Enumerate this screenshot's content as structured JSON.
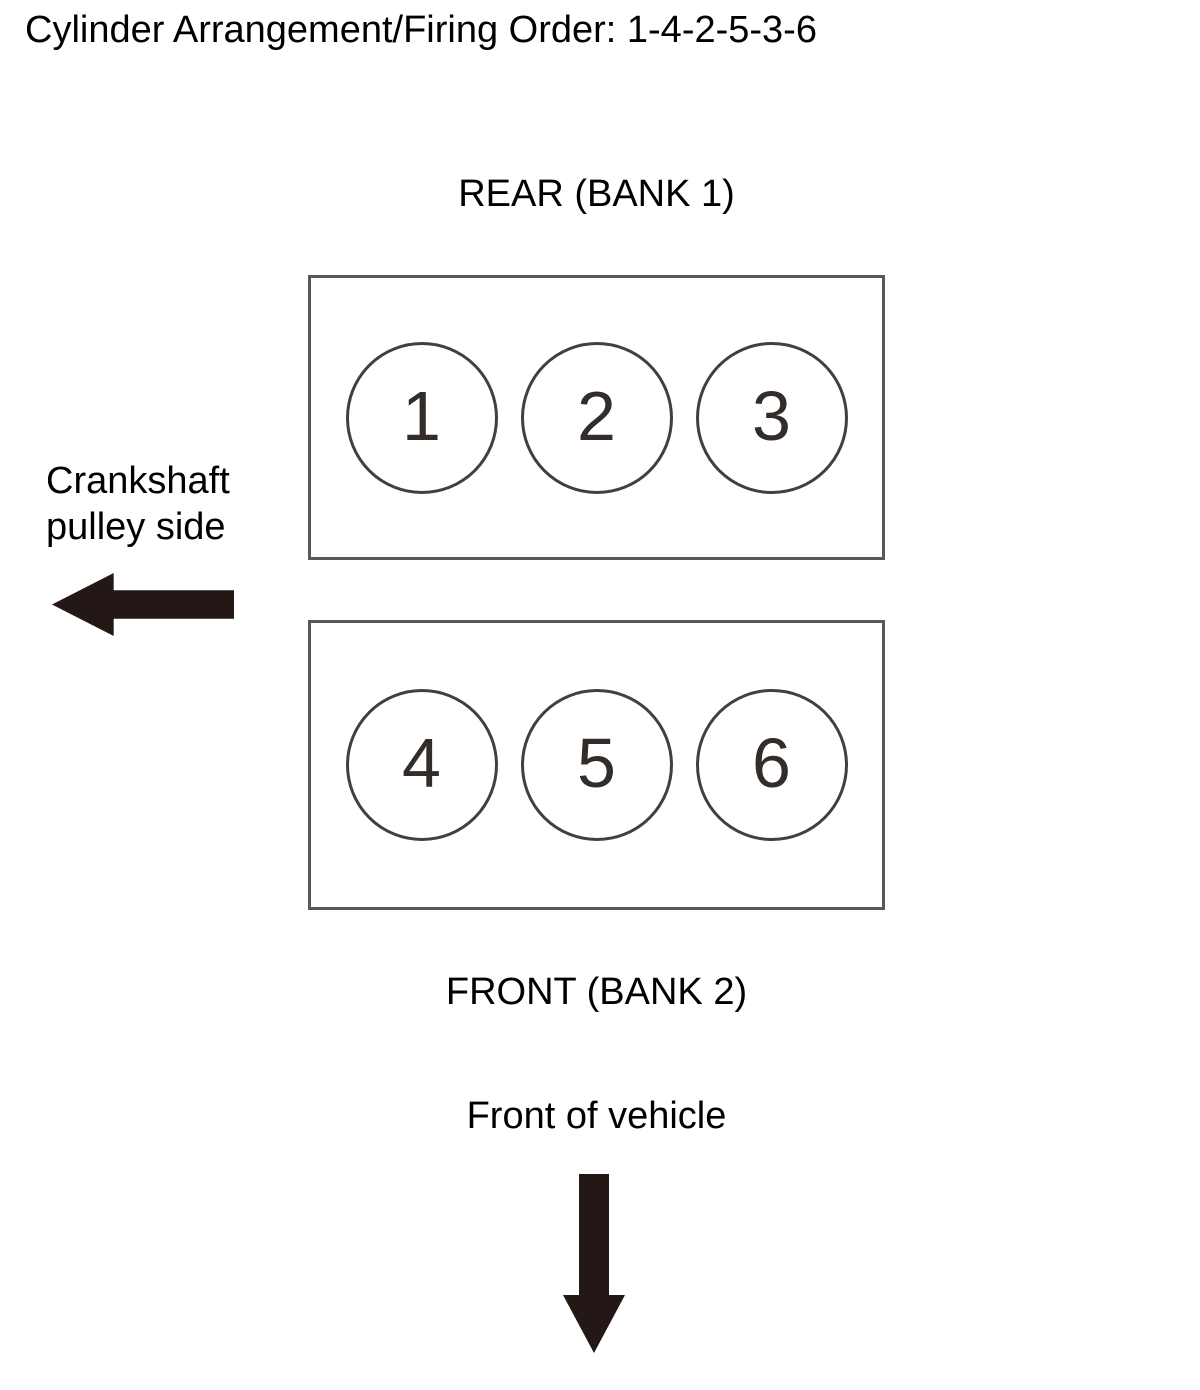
{
  "colors": {
    "background": "#ffffff",
    "text": "#000000",
    "box_border": "#59585a",
    "circle_border": "#453f3c",
    "digit": "#332c28",
    "arrow": "#231815"
  },
  "title": "Cylinder Arrangement/Firing Order: 1-4-2-5-3-6",
  "diagram": {
    "bank1": {
      "label": "REAR (BANK 1)",
      "cylinders": [
        "1",
        "2",
        "3"
      ]
    },
    "bank2": {
      "label": "FRONT (BANK 2)",
      "cylinders": [
        "4",
        "5",
        "6"
      ]
    },
    "crankshaft_label": {
      "line1": "Crankshaft",
      "line2": "pulley side"
    },
    "front_of_vehicle_label": "Front of vehicle",
    "icons": {
      "crankshaft_direction": "left-arrow-icon",
      "vehicle_front_direction": "down-arrow-icon"
    }
  }
}
